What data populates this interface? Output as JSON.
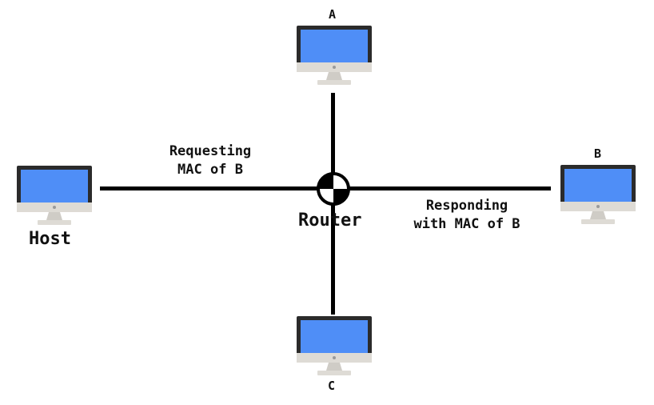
{
  "nodes": {
    "a": {
      "label": "A"
    },
    "b": {
      "label": "B"
    },
    "c": {
      "label": "C"
    },
    "host": {
      "label": "Host"
    },
    "router": {
      "label": "Router"
    }
  },
  "messages": {
    "request": {
      "line1": "Requesting",
      "line2": "MAC of B"
    },
    "response": {
      "line1": "Responding",
      "line2": "with MAC of B"
    }
  },
  "colors": {
    "screen": "#4f8ef7",
    "bezel": "#2b2b2b",
    "stand": "#dedbd5",
    "line": "#000000"
  }
}
